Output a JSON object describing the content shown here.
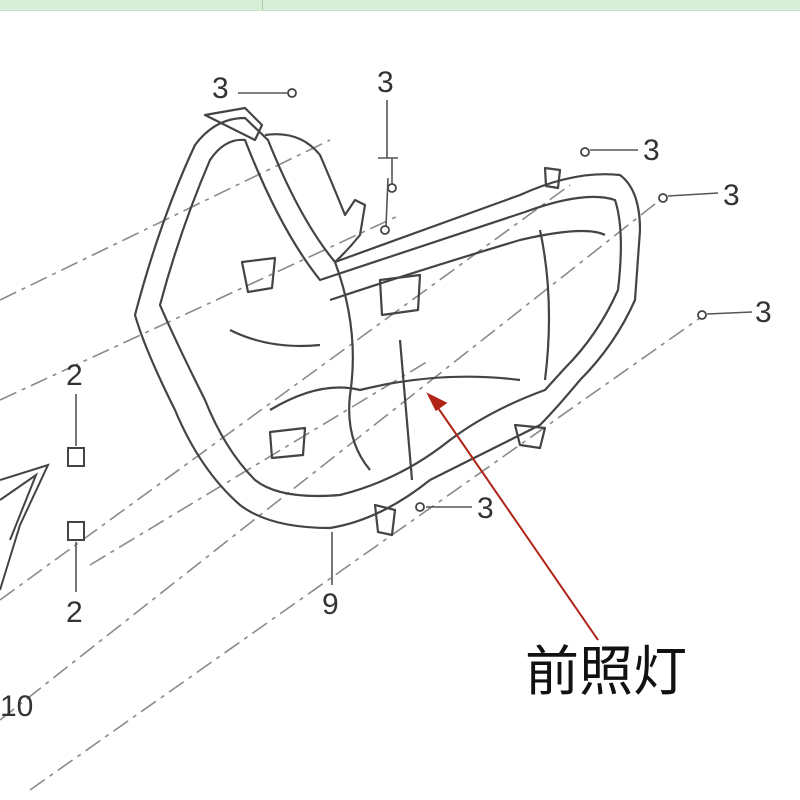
{
  "page": {
    "background": "#ffffff",
    "topbar_color": "#d9eed9"
  },
  "diagram": {
    "part_numbers": {
      "bolt": "3",
      "clip": "2",
      "headlight_assembly": "9",
      "adjacent_part": "10"
    },
    "callout_text": "前照灯",
    "colors": {
      "line": "#444444",
      "dash": "#8a8a8a",
      "arrow": "#b02418"
    }
  }
}
